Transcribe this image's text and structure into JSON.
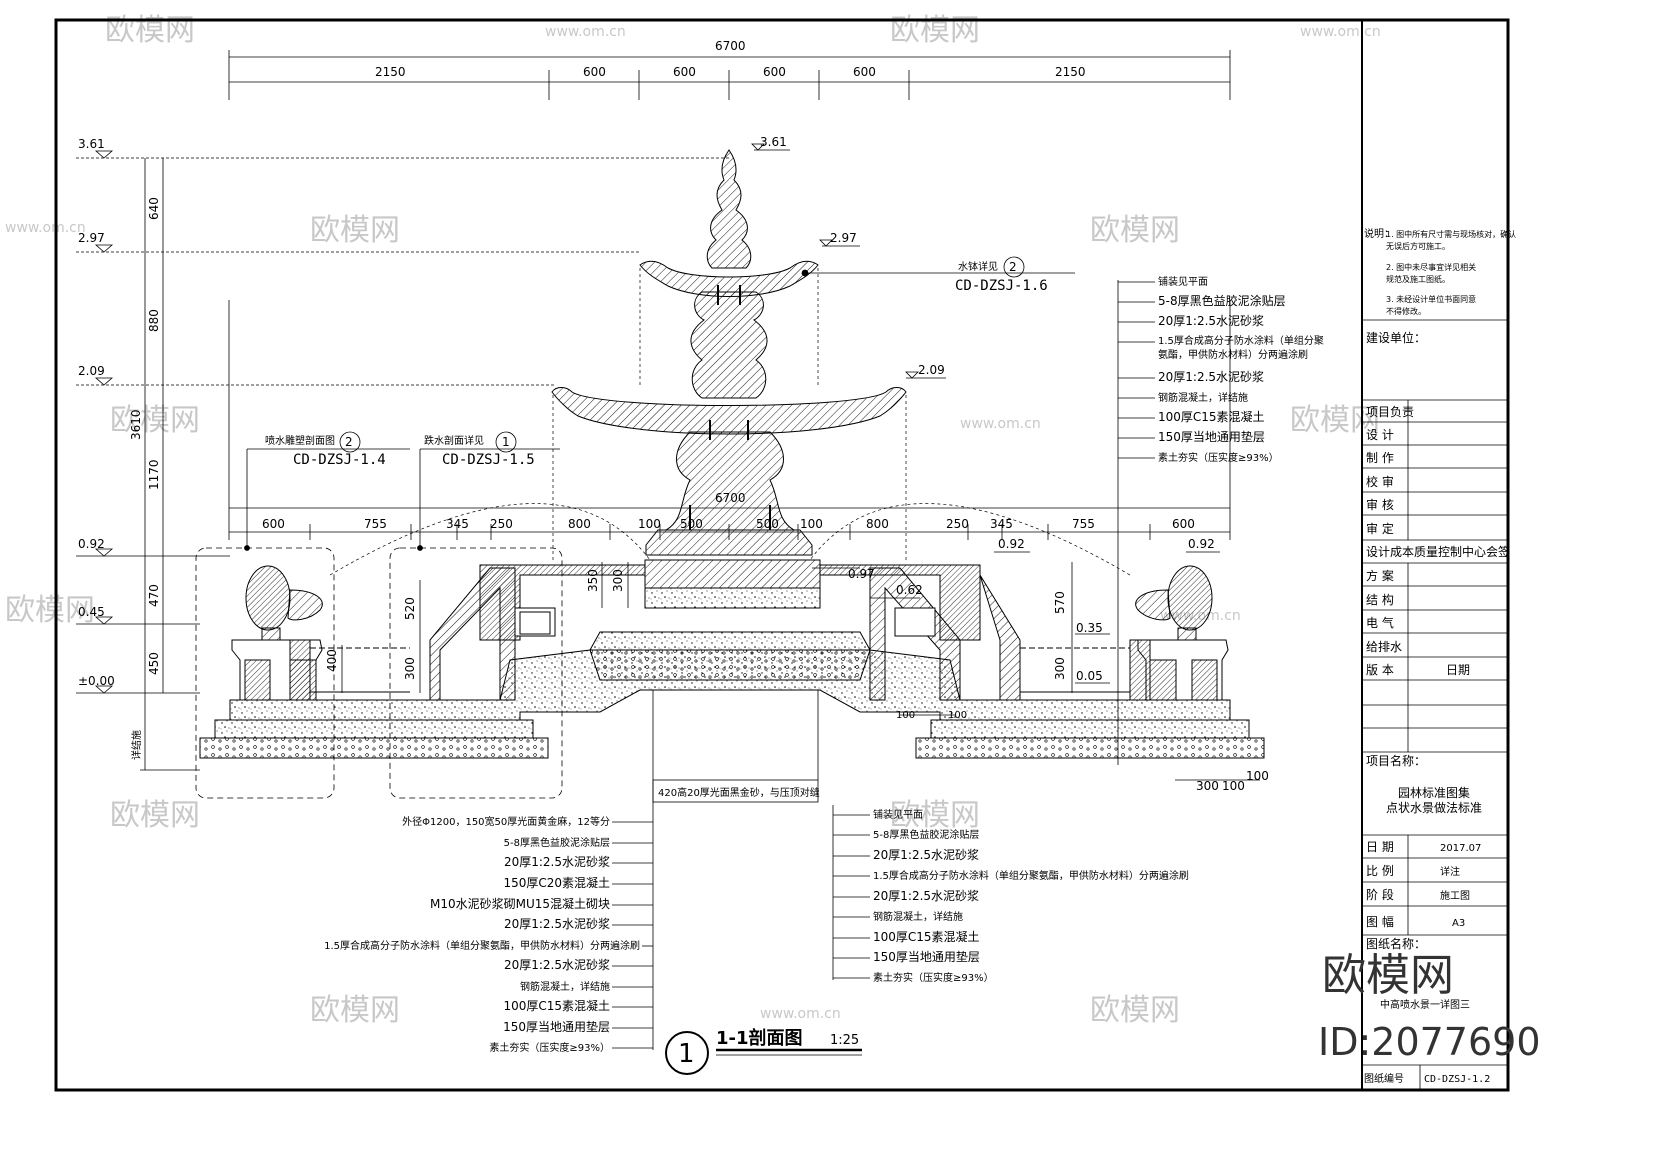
{
  "dimensions": {
    "total_top": "6700",
    "top_row": [
      "2150",
      "600",
      "600",
      "600",
      "600",
      "2150"
    ],
    "total_mid": "6700",
    "mid_row": [
      "600",
      "755",
      "345",
      "250",
      "800",
      "100",
      "500",
      "500",
      "100",
      "800",
      "250",
      "345",
      "755",
      "600"
    ],
    "left_vertical": [
      "640",
      "880",
      "1170",
      "470",
      "450"
    ],
    "left_total": "3610",
    "inner_left": [
      "350",
      "300",
      "520",
      "300",
      "400"
    ],
    "inner_right": [
      "570",
      "300"
    ],
    "bottom_right": [
      "300",
      "100",
      "100"
    ],
    "small": [
      "100",
      "100"
    ]
  },
  "elevations": {
    "e361": "3.61",
    "e297": "2.97",
    "e209": "2.09",
    "e092": "0.92",
    "e045": "0.45",
    "e000": "±0.00",
    "top361": "3.61",
    "top297": "2.97",
    "top209": "2.09",
    "r092a": "0.92",
    "r092b": "0.92",
    "c097": "0.97",
    "c062": "0.62",
    "r035": "0.35",
    "r005": "0.05"
  },
  "callouts": {
    "c1_label": "水钵详见",
    "c1_num": "2",
    "c1_ref": "CD-DZSJ-1.6",
    "c2_label": "喷水雕塑剖面图",
    "c2_num": "2",
    "c2_ref": "CD-DZSJ-1.4",
    "c3_label": "跌水剖面详见",
    "c3_num": "1",
    "c3_ref": "CD-DZSJ-1.5",
    "detail_side": "详结施",
    "center_note": "420高20厚光面黑金砂，与压顶对缝"
  },
  "right_layers": [
    "铺装见平面",
    "5-8厚黑色益胶泥涂贴层",
    "20厚1:2.5水泥砂浆",
    "1.5厚合成高分子防水涂料（单组分聚",
    "氨酯，甲供防水材料）分两遍涂刷",
    "20厚1:2.5水泥砂浆",
    "钢筋混凝土，详结施",
    "100厚C15素混凝土",
    "150厚当地通用垫层",
    "素土夯实（压实度≥93%）"
  ],
  "left_layers": [
    "外径Φ1200，150宽50厚光面黄金麻，12等分",
    "5-8厚黑色益胶泥涂贴层",
    "20厚1:2.5水泥砂浆",
    "150厚C20素混凝土",
    "M10水泥砂浆砌MU15混凝土砌块",
    "20厚1:2.5水泥砂浆",
    "1.5厚合成高分子防水涂料（单组分聚氨酯，甲供防水材料）分两遍涂刷",
    "20厚1:2.5水泥砂浆",
    "钢筋混凝土，详结施",
    "100厚C15素混凝土",
    "150厚当地通用垫层",
    "素土夯实（压实度≥93%）"
  ],
  "center_layers": [
    "铺装见平面",
    "5-8厚黑色益胶泥涂贴层",
    "20厚1:2.5水泥砂浆",
    "1.5厚合成高分子防水涂料（单组分聚氨酯，甲供防水材料）分两遍涂刷",
    "20厚1:2.5水泥砂浆",
    "钢筋混凝土，详结施",
    "100厚C15素混凝土",
    "150厚当地通用垫层",
    "素土夯实（压实度≥93%）"
  ],
  "section_title": {
    "num": "1",
    "name": "1-1剖面图",
    "scale": "1:25"
  },
  "title_block": {
    "notes_label": "说明：",
    "notes": [
      "1. 图中所有尺寸需与现场核对，确认",
      "无误后方可施工。",
      "2. 图中未尽事宜详见相关",
      "规范及施工图纸。",
      "3. 未经设计单位书面同意",
      "不得修改。"
    ],
    "client_label": "建设单位：",
    "roles": [
      "项目负责",
      "设 计",
      "制 作",
      "校 审",
      "审 核",
      "审 定"
    ],
    "company": "设计成本质量控制中心会签",
    "disciplines": [
      "方 案",
      "结 构",
      "电 气",
      "给排水",
      "版 本"
    ],
    "version_date_label": "日期",
    "project_label": "项目名称：",
    "project_name_1": "园林标准图集",
    "project_name_2": "点状水景做法标准",
    "info": [
      [
        "日 期",
        "2017.07"
      ],
      [
        "比 例",
        "详注"
      ],
      [
        "阶 段",
        "施工图"
      ],
      [
        "图 幅",
        "A3"
      ]
    ],
    "drawing_name_label": "图纸名称：",
    "drawing_name": "中高喷水景一详图三",
    "drawing_no_label": "图纸编号",
    "drawing_no": "CD-DZSJ-1.2"
  },
  "watermark": {
    "brand": "欧模网",
    "url": "www.om.cn",
    "id": "ID:2077690"
  }
}
